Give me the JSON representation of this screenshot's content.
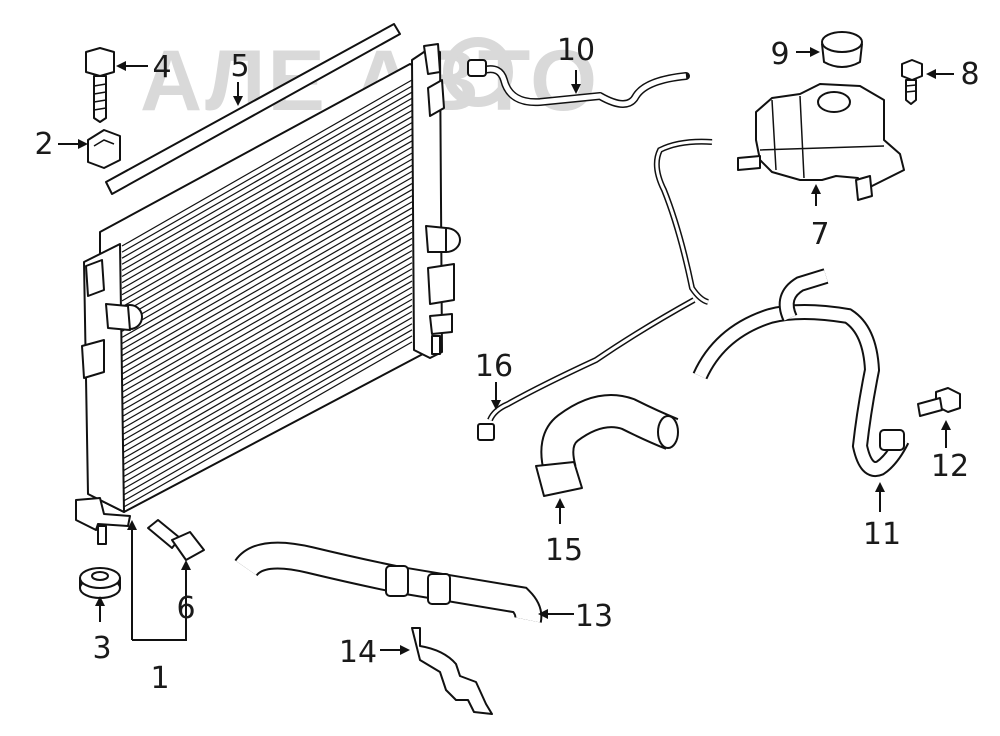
{
  "diagram": {
    "watermark": "АЛЕ АВТО",
    "callouts": [
      "1",
      "2",
      "3",
      "4",
      "5",
      "6",
      "7",
      "8",
      "9",
      "10",
      "11",
      "12",
      "13",
      "14",
      "15",
      "16"
    ]
  }
}
